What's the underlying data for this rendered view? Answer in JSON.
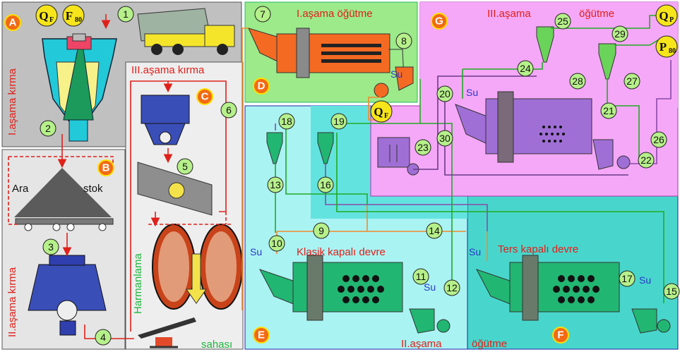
{
  "sections": {
    "A": {
      "badge": "A",
      "label": "I.aşama kırma"
    },
    "B": {
      "badge": "B",
      "left_word": "Ara",
      "right_word": "stok"
    },
    "C": {
      "badge": "C",
      "label": "III.aşama kırma"
    },
    "D": {
      "badge": "D",
      "label": "I.aşama öğütme"
    },
    "E": {
      "badge": "E",
      "label": "Klasik kapalı devre",
      "stage_label": "II.aşama"
    },
    "F": {
      "badge": "F",
      "label": "Ters kapalı devre",
      "stage_label": "öğütme"
    },
    "G": {
      "badge": "G",
      "label_left": "III.aşama",
      "label_right": "öğütme"
    },
    "II": {
      "label": "II.aşama kırma"
    },
    "blending": {
      "label": "Harmanlama",
      "area": "sahası"
    }
  },
  "symbols": {
    "QF": "Q",
    "QF_sub": "F",
    "F80": "F",
    "F80_sub": "80",
    "QP": "Q",
    "QP_sub": "P",
    "P80": "P",
    "P80_sub": "80",
    "QF2": "Q",
    "QF2_sub": "F"
  },
  "water": "Su",
  "nodes": [
    "1",
    "2",
    "3",
    "4",
    "5",
    "6",
    "7",
    "8",
    "9",
    "10",
    "11",
    "12",
    "13",
    "14",
    "15",
    "16",
    "17",
    "18",
    "19",
    "20",
    "21",
    "22",
    "23",
    "24",
    "25",
    "26",
    "27",
    "28",
    "29",
    "30"
  ],
  "colors": {
    "panelA": "#b9b9b9",
    "panelB": "#e3e3e3",
    "panelC": "#ececec",
    "panelD": "#99ee88",
    "panelE": "#a6f4f4",
    "panelF": "#3fd8cf",
    "panelG": "#f4a6f6",
    "node": "#b6f08a",
    "badge": "#f26a14",
    "mill": "#f46a22",
    "bluemill": "#2f3fae",
    "greenmill": "#22b673",
    "purplemill": "#a06fd6"
  }
}
